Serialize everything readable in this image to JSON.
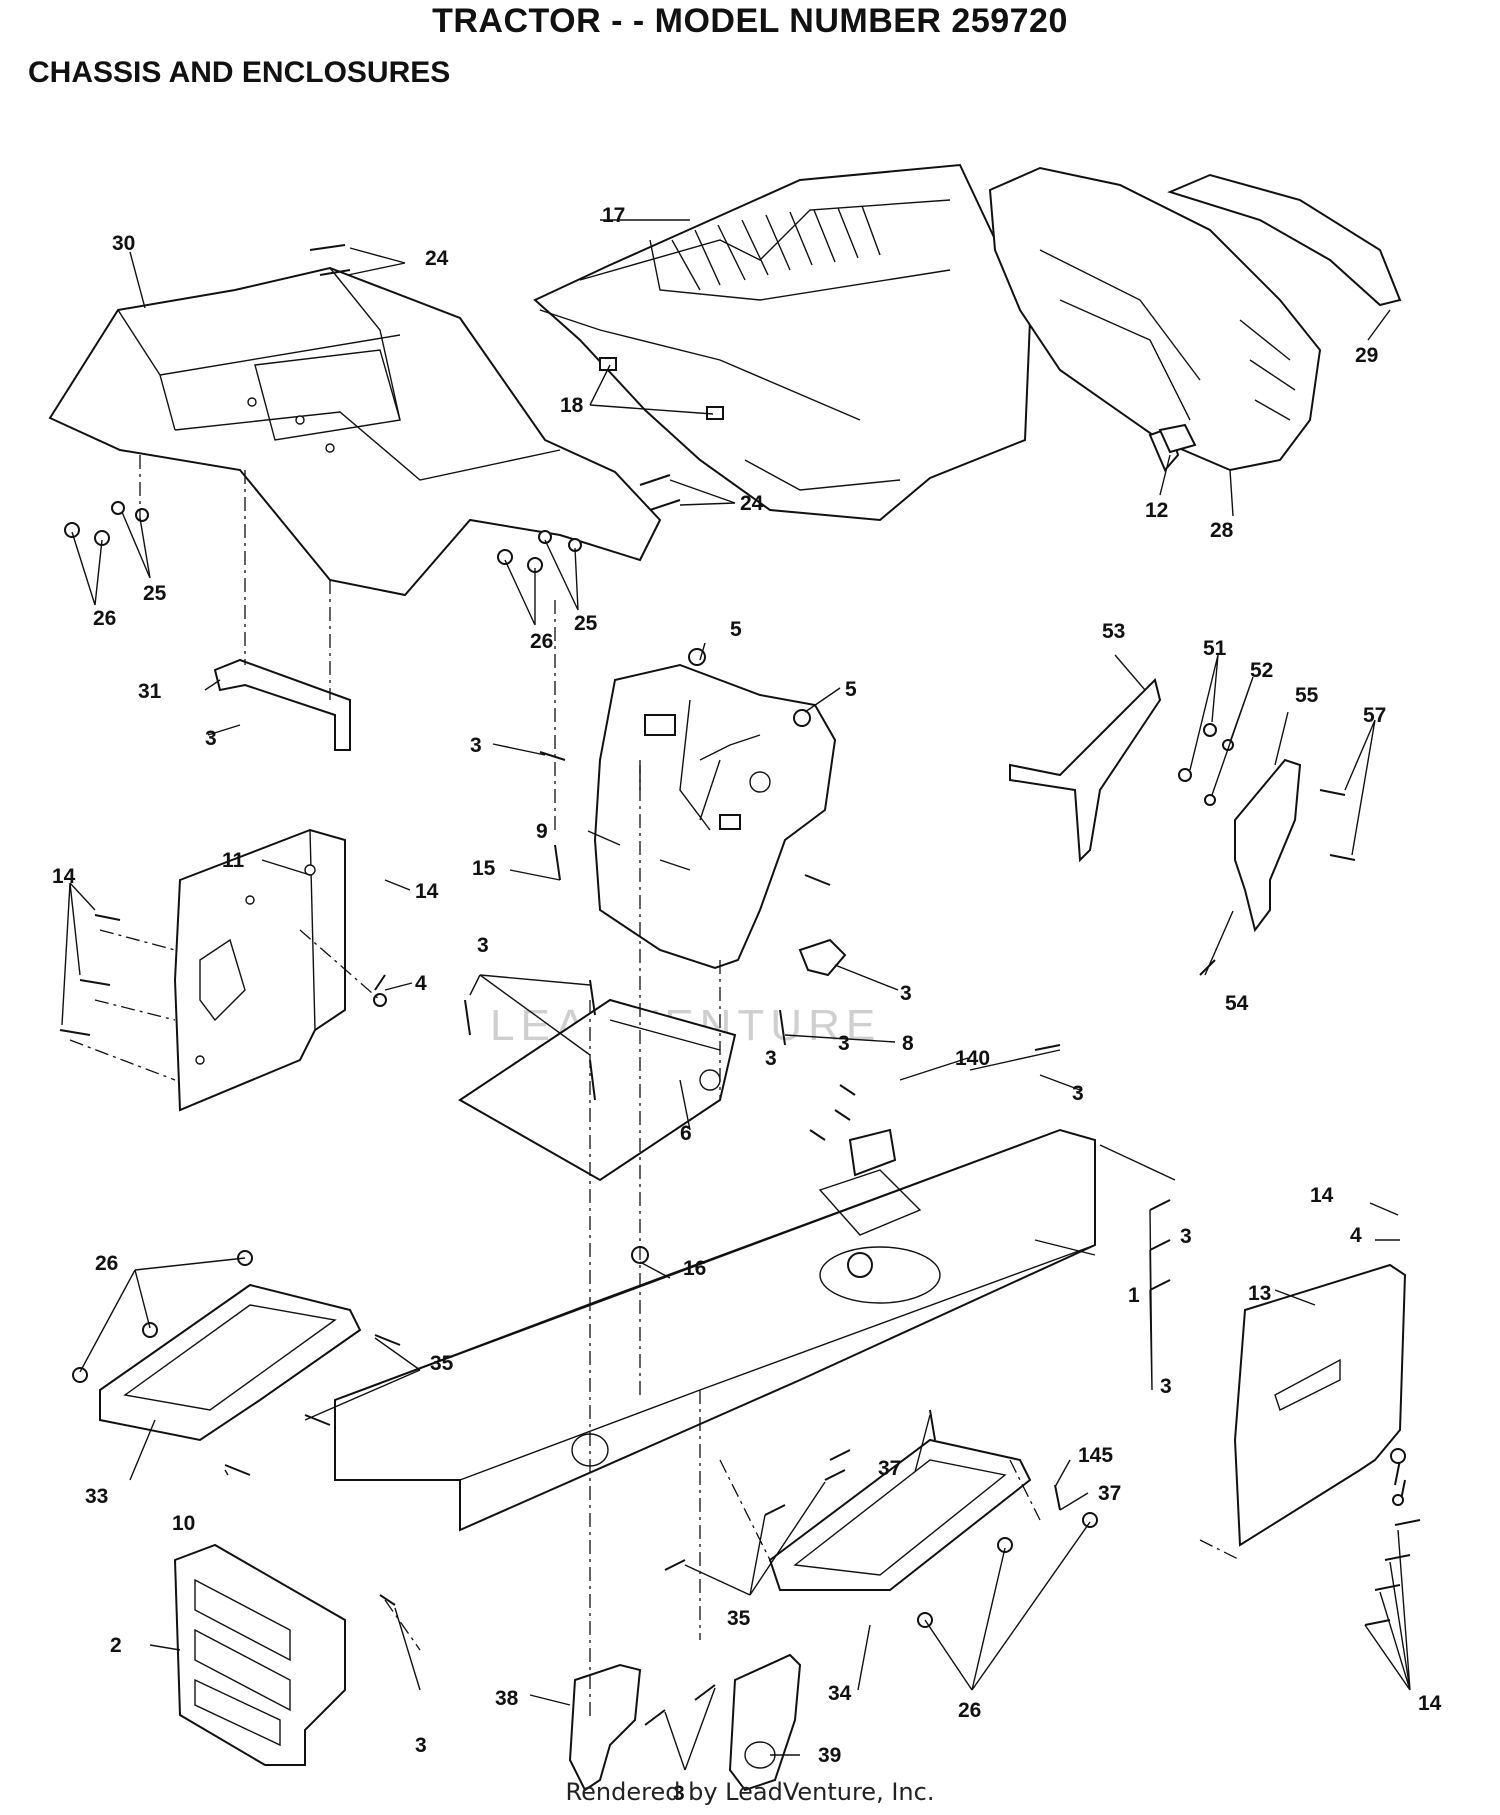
{
  "header": {
    "title": "TRACTOR - - MODEL NUMBER 259720",
    "subtitle": "CHASSIS AND ENCLOSURES"
  },
  "footer": {
    "text": "Rendered by LeadVenture, Inc."
  },
  "watermark": {
    "text": "LEADVENTURE"
  },
  "colors": {
    "line": "#111111",
    "background": "#ffffff",
    "watermark": "#cfcfcf"
  },
  "callouts": [
    "30",
    "24",
    "17",
    "29",
    "18",
    "12",
    "28",
    "24",
    "25",
    "26",
    "26",
    "25",
    "5",
    "5",
    "31",
    "3",
    "3",
    "9",
    "53",
    "51",
    "52",
    "55",
    "57",
    "14",
    "11",
    "14",
    "15",
    "4",
    "3",
    "3",
    "8",
    "54",
    "3",
    "140",
    "3",
    "3",
    "6",
    "14",
    "4",
    "1",
    "13",
    "26",
    "16",
    "35",
    "3",
    "3",
    "33",
    "10",
    "37",
    "145",
    "37",
    "2",
    "35",
    "34",
    "26",
    "14",
    "38",
    "3",
    "39",
    "3"
  ]
}
